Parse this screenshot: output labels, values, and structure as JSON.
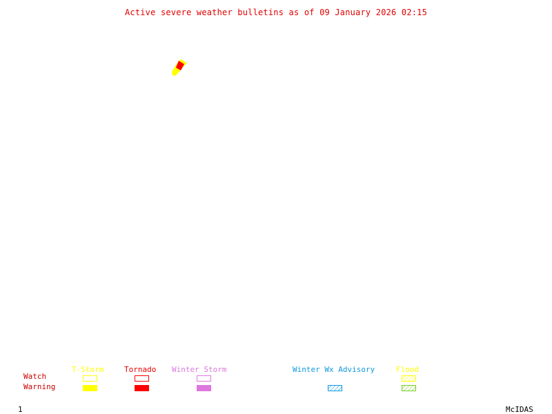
{
  "title": "Active severe weather bulletins as of 09 January 2026 02:15",
  "colors": {
    "title": "#e00000",
    "tstorm": "#ffff00",
    "tornado": "#ff0000",
    "winter_storm": "#dd77dd",
    "winter_wx_advisory": "#1199dd",
    "flood_watch": "#ffff00",
    "flood_warning": "#77cc22",
    "row_label": "#cc0000"
  },
  "map_features": [
    {
      "type": "T-Storm",
      "severity": "Warning",
      "color": "#ffff00"
    },
    {
      "type": "Tornado",
      "severity": "Warning",
      "color": "#ff0000"
    }
  ],
  "legend": {
    "row_labels": {
      "watch": "Watch",
      "warning": "Warning"
    },
    "categories": [
      {
        "label": "T-Storm",
        "watch": "outline",
        "warning": "solid"
      },
      {
        "label": "Tornado",
        "watch": "outline",
        "warning": "solid"
      },
      {
        "label": "Winter Storm",
        "watch": "outline",
        "warning": "solid"
      },
      {
        "label": "Winter Wx Advisory",
        "watch": "none",
        "warning": "hatched"
      },
      {
        "label": "Flood",
        "watch": "hatched",
        "warning": "hatched"
      }
    ]
  },
  "footer": {
    "frame_number": "1",
    "brand": "McIDAS"
  }
}
